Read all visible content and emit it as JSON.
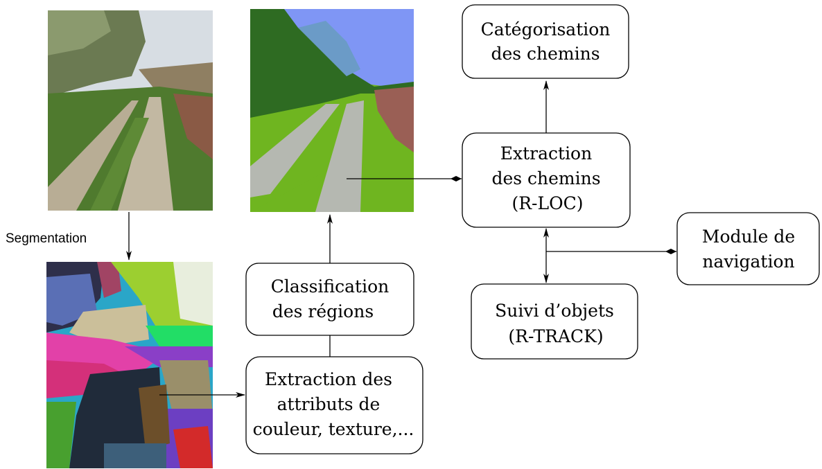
{
  "segmentation_label": "Segmentation",
  "boxes": {
    "categorisation": {
      "line1": "Catégorisation",
      "line2": "des chemins"
    },
    "extraction_chemins": {
      "line1": "Extraction",
      "line2": "des chemins",
      "line3": "(R-LOC)"
    },
    "module_navigation": {
      "line1": "Module de",
      "line2": "navigation"
    },
    "suivi_objets": {
      "line1": "Suivi d’objets",
      "line2": "(R-TRACK)"
    },
    "classification": {
      "line1": "Classification",
      "line2": "des régions"
    },
    "extraction_attributs": {
      "line1": "Extraction des",
      "line2": "attributs de",
      "line3": "couleur, texture,..."
    }
  },
  "colors": {
    "sky": "#c9d2dc",
    "grass": "#4f7a2e",
    "path": "#bfb6a2",
    "field": "#8a5a45",
    "class_sky": "#7f96f5",
    "class_forest": "#2e6b22",
    "class_grass": "#6fb520",
    "class_path": "#b5b8b1",
    "class_field": "#9a5f55"
  }
}
